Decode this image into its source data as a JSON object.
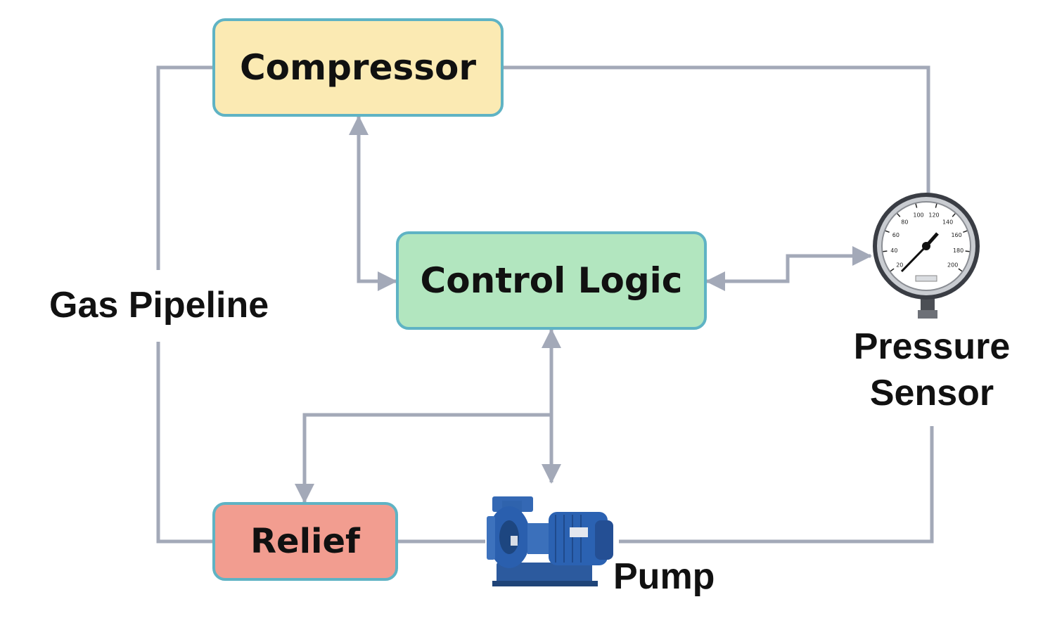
{
  "nodes": {
    "compressor": "Compressor",
    "control_logic": "Control Logic",
    "relief": "Relief",
    "pressure_sensor_line1": "Pressure",
    "pressure_sensor_line2": "Sensor",
    "pump": "Pump",
    "pipeline": "Gas Pipeline"
  },
  "gauge": {
    "ticks": [
      "20",
      "40",
      "60",
      "80",
      "100",
      "120",
      "140",
      "160",
      "180",
      "200"
    ]
  },
  "colors": {
    "line": "#a3a9b8",
    "box_border": "#5fb3c4",
    "compressor_fill": "#fbeab3",
    "control_fill": "#b2e6bf",
    "relief_fill": "#f29d90",
    "pump_body": "#2a5fae"
  }
}
